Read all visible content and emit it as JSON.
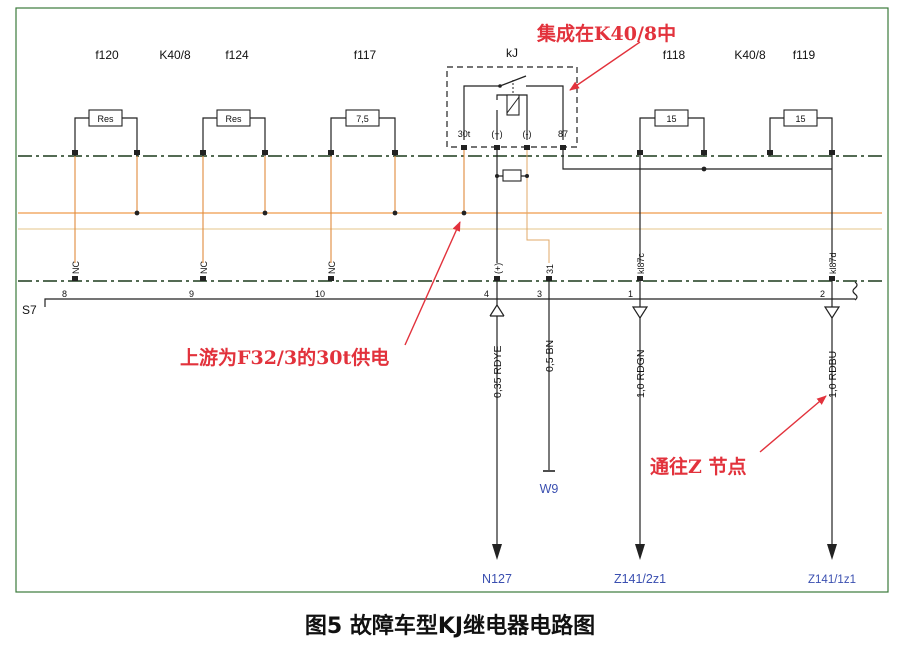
{
  "fuses": {
    "f120": "f120",
    "k40_left": "K40/8",
    "f124": "f124",
    "f117": "f117",
    "kj": "kJ",
    "f118": "f118",
    "k40_right": "K40/8",
    "f119": "f119",
    "res1": "Res",
    "res2": "Res",
    "val117": "7,5",
    "val118": "15",
    "val119": "15"
  },
  "relay_pins": {
    "p30t": "30t",
    "plus": "(+)",
    "minus": "(-)",
    "p87": "87"
  },
  "lower_pins": {
    "nc1": "NC",
    "nc2": "NC",
    "nc3": "NC",
    "plus": "(+)",
    "p31": "31",
    "k87c": "kl87c",
    "k87d": "kl87d"
  },
  "connector": {
    "name": "S7",
    "pin8": "8",
    "pin9": "9",
    "pin10": "10",
    "pin4": "4",
    "pin3": "3",
    "pin1": "1",
    "pin2": "2"
  },
  "wires": {
    "w1": "0,35 RDYE",
    "w2": "0,5 BN",
    "w3": "1,0 RDGN",
    "w4": "1,0 RDBU"
  },
  "targets": {
    "t1": "N127",
    "t2": "W9",
    "t3": "Z141/2z1",
    "t4": "Z141/1z1"
  },
  "annotations": {
    "integrated": "集成在K40/8中",
    "upstream": "上游为F32/3的30t供电",
    "to_node": "通往Z 节点"
  },
  "caption": "图5 故障车型KJ继电器电路图",
  "colors": {
    "annotation": "#e2323c",
    "connector_text": "#3a4fb0",
    "orange_wire": "#e08a3c"
  }
}
